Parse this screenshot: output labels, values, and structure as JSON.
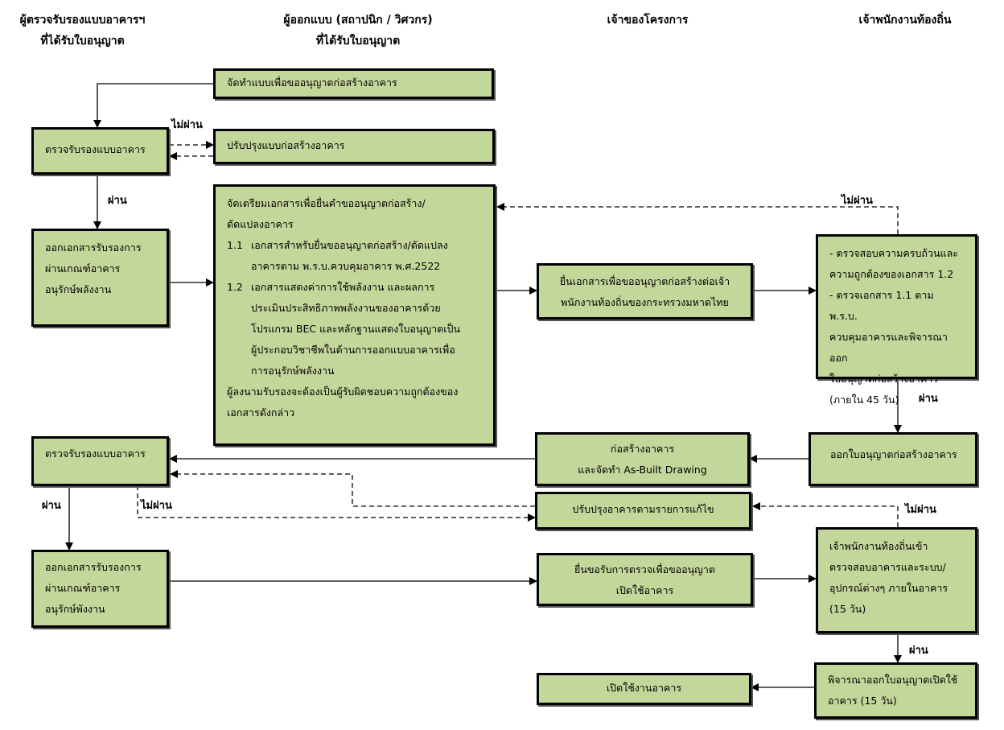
{
  "headers": {
    "certifier": [
      "ผู้ตรวจรับรองแบบอาคารฯ",
      "ที่ได้รับใบอนุญาต"
    ],
    "designer": [
      "ผู้ออกแบบ (สถาปนิก / วิศวกร)",
      "ที่ได้รับใบอนุญาต"
    ],
    "owner": [
      "เจ้าของโครงการ"
    ],
    "local_officer": [
      "เจ้าพนักงานท้องถิ่น"
    ]
  },
  "boxes": {
    "prepare_design": [
      "จัดทำแบบเพื่อขออนุญาตก่อสร้างอาคาร"
    ],
    "check_design_1": [
      "ตรวจรับรองแบบอาคาร"
    ],
    "revise_design": [
      "ปรับปรุงแบบก่อสร้างอาคาร"
    ],
    "issue_cert_1": [
      "ออกเอกสารรับรองการ",
      "ผ่านเกณฑ์อาคาร",
      "อนุรักษ์พลังงาน"
    ],
    "prepare_docs": {
      "intro": [
        "จัดเตรียมเอกสารเพื่อยื่นคำขออนุญาตก่อสร้าง/",
        "ดัดแปลงอาคาร"
      ],
      "items": [
        {
          "num": "1.1",
          "lines": [
            "เอกสารสำหรับยื่นขออนุญาตก่อสร้าง/ดัดแปลง",
            "อาคารตาม พ.ร.บ.ควบคุมอาคาร พ.ศ.2522"
          ]
        },
        {
          "num": "1.2",
          "lines": [
            "เอกสารแสดงค่าการใช้พลังงาน และผลการ",
            "ประเมินประสิทธิภาพพลังงานของอาคารด้วย",
            "โปรแกรม BEC และหลักฐานแสดงใบอนุญาตเป็น",
            "ผู้ประกอบวิชาชีพในด้านการออกแบบอาคารเพื่อ",
            "การอนุรักษ์พลังงาน"
          ]
        }
      ],
      "outro": [
        "ผู้ลงนามรับรองจะต้องเป็นผู้รับผิดชอบความถูกต้องของ",
        "เอกสารดังกล่าว"
      ]
    },
    "submit_permit": [
      "ยื่นเอกสารเพื่อขออนุญาตก่อสร้างต่อเจ้า",
      "พนักงานท้องถิ่นของกระทรวงมหาดไทย"
    ],
    "officer_check": [
      "- ตรวจสอบความครบถ้วนและ",
      "ความถูกต้องของเอกสาร 1.2",
      "- ตรวจเอกสาร 1.1 ตาม พ.ร.บ.",
      "ควบคุมอาคารและพิจารณาออก",
      "ใบอนุญาตก่อสร้างอาคาร",
      "(ภายใน 45 วัน)"
    ],
    "issue_permit": [
      "ออกใบอนุญาตก่อสร้างอาคาร"
    ],
    "construct": [
      "ก่อสร้างอาคาร",
      "และจัดทำ As-Built Drawing"
    ],
    "check_design_2": [
      "ตรวจรับรองแบบอาคาร"
    ],
    "fix_building": [
      "ปรับปรุงอาคารตามรายการแก้ไข"
    ],
    "issue_cert_2": [
      "ออกเอกสารรับรองการ",
      "ผ่านเกณฑ์อาคาร",
      "อนุรักษ์พังงาน"
    ],
    "request_inspect": [
      "ยื่นขอรับการตรวจเพื่อขออนุญาต",
      "เปิดใช้อาคาร"
    ],
    "officer_inspect": [
      "เจ้าพนักงานท้องถิ่นเข้า",
      "ตรวจสอบอาคารและระบบ/",
      "อุปกรณ์ต่างๆ ภายในอาคาร",
      "(15 วัน)"
    ],
    "consider_open": [
      "พิจารณาออกใบอนุญาตเปิดใช้",
      "อาคาร (15 วัน)"
    ],
    "open_building": [
      "เปิดใช้งานอาคาร"
    ]
  },
  "labels": {
    "fail_1": "ไม่ผ่าน",
    "pass_1": "ผ่าน",
    "fail_2": "ไม่ผ่าน",
    "pass_2": "ผ่าน",
    "pass_3": "ผ่าน",
    "fail_3": "ไม่ผ่าน",
    "fail_4": "ไม่ผ่าน",
    "pass_4": "ผ่าน"
  },
  "colors": {
    "box_fill": "#c4d79b",
    "border": "#000000"
  }
}
